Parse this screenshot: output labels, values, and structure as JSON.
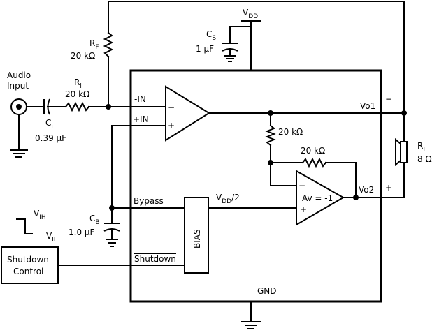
{
  "inputs": {
    "audio_input_line1": "Audio",
    "audio_input_line2": "Input"
  },
  "components": {
    "rf_name": "R",
    "rf_sub": "F",
    "rf_value": "20 kΩ",
    "ri_name": "R",
    "ri_sub": "i",
    "ri_value": "20 kΩ",
    "ci_name": "C",
    "ci_sub": "i",
    "ci_value": "0.39 μF",
    "cs_name": "C",
    "cs_sub": "S",
    "cs_value": "1 μF",
    "cb_name": "C",
    "cb_sub": "B",
    "cb_value": "1.0 μF",
    "r_mid_value": "20 kΩ",
    "r_fb_value": "20 kΩ",
    "rl_name": "R",
    "rl_sub": "L",
    "rl_value": "8 Ω"
  },
  "pins": {
    "neg_in": "-IN",
    "pos_in": "+IN",
    "bypass": "Bypass",
    "shutdown": "Shutdown",
    "vo1": "Vo1",
    "vo2": "Vo2",
    "gnd": "GND",
    "vdd_name": "V",
    "vdd_sub": "DD",
    "vdd_half_name": "V",
    "vdd_half_sub": "DD",
    "vdd_half_suffix": "/2"
  },
  "amps": {
    "amp1_minus": "−",
    "amp1_plus": "+",
    "amp2_minus": "−",
    "amp2_plus": "+",
    "amp2_gain": "Av = -1"
  },
  "speaker": {
    "minus": "−",
    "plus": "+"
  },
  "bias": {
    "label": "BIAS"
  },
  "shutdown_control": {
    "line1": "Shutdown",
    "line2": "Control"
  },
  "logic": {
    "vih_name": "V",
    "vih_sub": "IH",
    "vil_name": "V",
    "vil_sub": "IL"
  }
}
